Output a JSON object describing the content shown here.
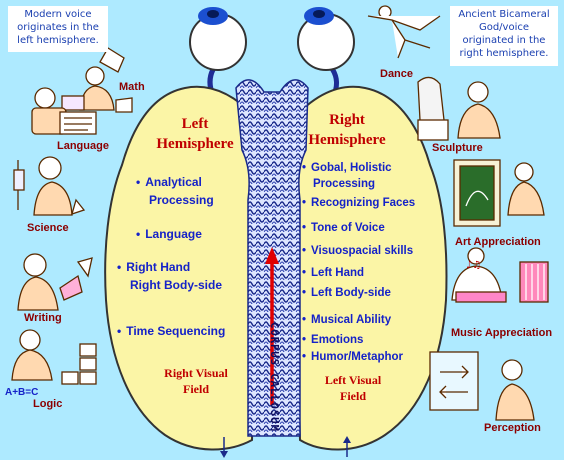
{
  "notes": {
    "left": [
      "Modern voice",
      "originates in the",
      "left hemisphere."
    ],
    "right": [
      "Ancient Bicameral",
      "God/voice",
      "originated in the",
      "right hemisphere."
    ]
  },
  "left_hemisphere": {
    "title": [
      "Left",
      "Hemisphere"
    ],
    "items": [
      [
        "Analytical",
        "Processing"
      ],
      [
        "Language"
      ],
      [
        "Right Hand",
        "Right Body-side"
      ],
      [
        "Time Sequencing"
      ]
    ],
    "visual_field": [
      "Right Visual",
      "Field"
    ]
  },
  "right_hemisphere": {
    "title": [
      "Right",
      "Hemisphere"
    ],
    "items": [
      [
        "Gobal, Holistic",
        "Processing"
      ],
      [
        "Recognizing Faces"
      ],
      [
        "Tone of Voice"
      ],
      [
        "Visuospacial skills"
      ],
      [
        "Left Hand"
      ],
      [
        "Left Body-side"
      ],
      [
        "Musical Ability"
      ],
      [
        "Emotions"
      ],
      [
        "Humor/Metaphor"
      ]
    ],
    "visual_field": [
      "Left Visual",
      "Field"
    ]
  },
  "corpus_callosum": "CORPUS CALLOSUM",
  "left_activities": [
    "Math",
    "Language",
    "Science",
    "Writing",
    "Logic"
  ],
  "right_activities": [
    "Dance",
    "Sculpture",
    "Art Appreciation",
    "Music Appreciation",
    "Perception"
  ],
  "logic_formula": "A+B=C",
  "colors": {
    "background": "#aeeaff",
    "brain": "#fbf5a6",
    "hemisphere_text": "#1522c8",
    "title_text": "#c00000",
    "activity_label": "#8b0000",
    "arrow": "#e00000"
  }
}
